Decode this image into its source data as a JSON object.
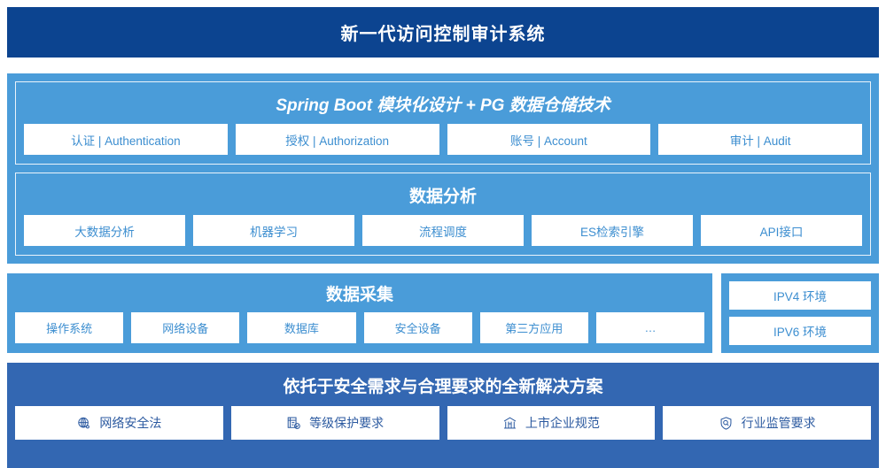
{
  "header": {
    "title": "新一代访问控制审计系统"
  },
  "platform": {
    "title": "Spring Boot 模块化设计 + PG 数据仓储技术",
    "items": [
      {
        "label": "认证 | Authentication"
      },
      {
        "label": "授权 | Authorization"
      },
      {
        "label": "账号 | Account"
      },
      {
        "label": "审计 | Audit"
      }
    ]
  },
  "analysis": {
    "title": "数据分析",
    "items": [
      {
        "label": "大数据分析"
      },
      {
        "label": "机器学习"
      },
      {
        "label": "流程调度"
      },
      {
        "label": "ES检索引擎"
      },
      {
        "label": "API接口"
      }
    ]
  },
  "collection": {
    "title": "数据采集",
    "items": [
      {
        "label": "操作系统"
      },
      {
        "label": "网络设备"
      },
      {
        "label": "数据库"
      },
      {
        "label": "安全设备"
      },
      {
        "label": "第三方应用"
      },
      {
        "label": "…"
      }
    ]
  },
  "environment": {
    "items": [
      {
        "label": "IPV4 环境"
      },
      {
        "label": "IPV6 环境"
      }
    ]
  },
  "compliance": {
    "title": "依托于安全需求与合理要求的全新解决方案",
    "items": [
      {
        "label": "网络安全法",
        "icon": "globe-network-icon"
      },
      {
        "label": "等级保护要求",
        "icon": "document-check-icon"
      },
      {
        "label": "上市企业规范",
        "icon": "bank-building-icon"
      },
      {
        "label": "行业监管要求",
        "icon": "shield-search-icon"
      }
    ]
  },
  "colors": {
    "header_bg": "#0c4490",
    "panel_bg": "#4a9cd9",
    "footer_bg": "#3367b2",
    "chip_bg": "#ffffff",
    "chip_text": "#3c8ed0",
    "footer_chip_text": "#2c5aa0"
  }
}
